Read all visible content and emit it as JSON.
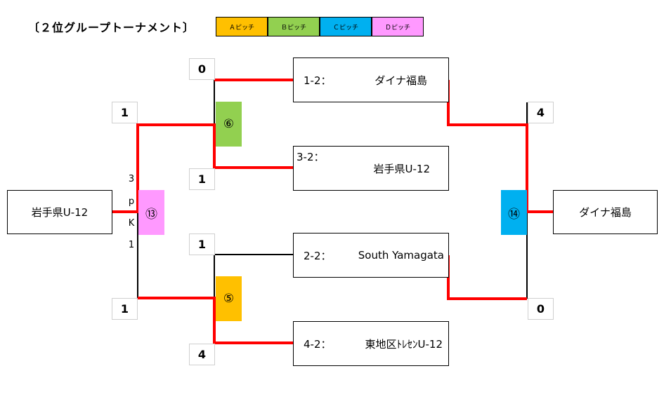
{
  "title": "〔２位グループトーナメント〕",
  "legend": [
    {
      "label": "Ａピッチ",
      "color": "#ffc000"
    },
    {
      "label": "Ｂピッチ",
      "color": "#92d050"
    },
    {
      "label": "Ｃピッチ",
      "color": "#00b0f0"
    },
    {
      "label": "Ｄピッチ",
      "color": "#ff99ff"
    }
  ],
  "colors": {
    "winner_line": "#ff0000",
    "line": "#000000"
  },
  "teams": [
    {
      "seed": "1-2：",
      "name": "ダイナ福島"
    },
    {
      "seed": "3-2：",
      "name": "岩手県U-12"
    },
    {
      "seed": "2-2：",
      "name": "South Yamagata"
    },
    {
      "seed": "4-2：",
      "name": "東地区ﾄﾚｾﾝU-12"
    }
  ],
  "matches": {
    "m6": {
      "label": "⑥",
      "score_top": "0",
      "score_bottom": "1"
    },
    "m5": {
      "label": "⑤",
      "score_top": "1",
      "score_bottom": "4"
    },
    "m13": {
      "label": "⑬",
      "score_top": "1",
      "score_bottom": "1",
      "pk_top": "3",
      "pk_p": "p",
      "pk_k": "K",
      "pk_bottom": "1",
      "winner": "岩手県U-12"
    },
    "m14": {
      "label": "⑭",
      "score_top": "4",
      "score_bottom": "0",
      "winner": "ダイナ福島"
    }
  }
}
